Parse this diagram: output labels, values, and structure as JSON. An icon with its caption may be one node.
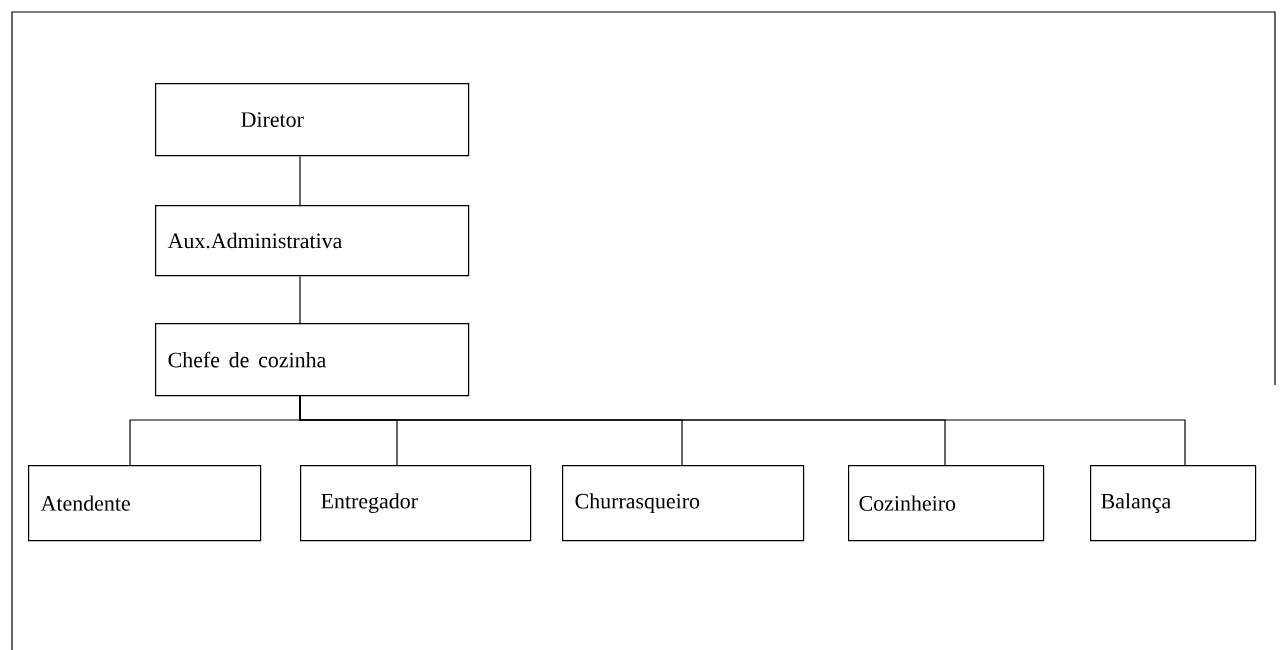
{
  "diagram": {
    "nodes": [
      {
        "text": [
          "Diretor"
        ]
      },
      {
        "text": [
          "Aux.Administrativa"
        ]
      },
      {
        "text": [
          "Chefe de cozinha"
        ]
      },
      {
        "text": [
          "Atendente"
        ]
      },
      {
        "text": [
          "Entregador"
        ]
      },
      {
        "text": [
          "Churrasqueiro"
        ]
      },
      {
        "text": [
          "Cozinheiro"
        ]
      },
      {
        "text": [
          "Balança"
        ]
      }
    ],
    "edges": [
      {
        "from": 0,
        "to": 1,
        "arrow": "none"
      },
      {
        "from": 1,
        "to": 2,
        "arrow": "none"
      },
      {
        "from": 2,
        "to": 3,
        "arrow": "none"
      },
      {
        "from": 2,
        "to": 4,
        "arrow": "none"
      },
      {
        "from": 2,
        "to": 5,
        "arrow": "none"
      },
      {
        "from": 2,
        "to": 6,
        "arrow": "none"
      },
      {
        "from": 2,
        "to": 7,
        "arrow": "none"
      }
    ]
  }
}
